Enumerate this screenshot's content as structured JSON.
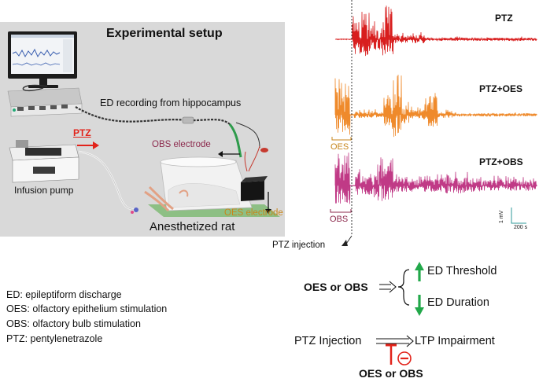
{
  "setup": {
    "title": "Experimental setup",
    "recording_label": "ED recording from hippocampus",
    "ptz_label": "PTZ",
    "pump_label": "Infusion pump",
    "obs_electrode_label": "OBS electrode",
    "oes_electrode_label": "OES electrode",
    "rat_label": "Anesthetized rat"
  },
  "traces": {
    "labels": [
      "PTZ",
      "PTZ+OES",
      "PTZ+OBS"
    ],
    "colors": [
      "#d81e1e",
      "#ef8a2b",
      "#c03a86"
    ],
    "oes_label": "OES",
    "obs_label": "OBS",
    "scale_y": "1 mV",
    "scale_x": "200 s",
    "injection_label": "PTZ injection"
  },
  "legend": [
    "ED: epileptiform discharge",
    "OES: olfactory epithelium stimulation",
    "OBS: olfactory bulb stimulation",
    "PTZ: pentylenetrazole"
  ],
  "summary": {
    "stim_label": "OES or OBS",
    "threshold_label": "ED Threshold",
    "duration_label": "ED Duration",
    "injection_label": "PTZ Injection",
    "ltp_label": "LTP Impairment",
    "bottom_stim_label": "OES or OBS"
  },
  "colors": {
    "up_arrow": "#22a84a",
    "down_arrow": "#22a84a",
    "inhibit": "#e2231a"
  }
}
